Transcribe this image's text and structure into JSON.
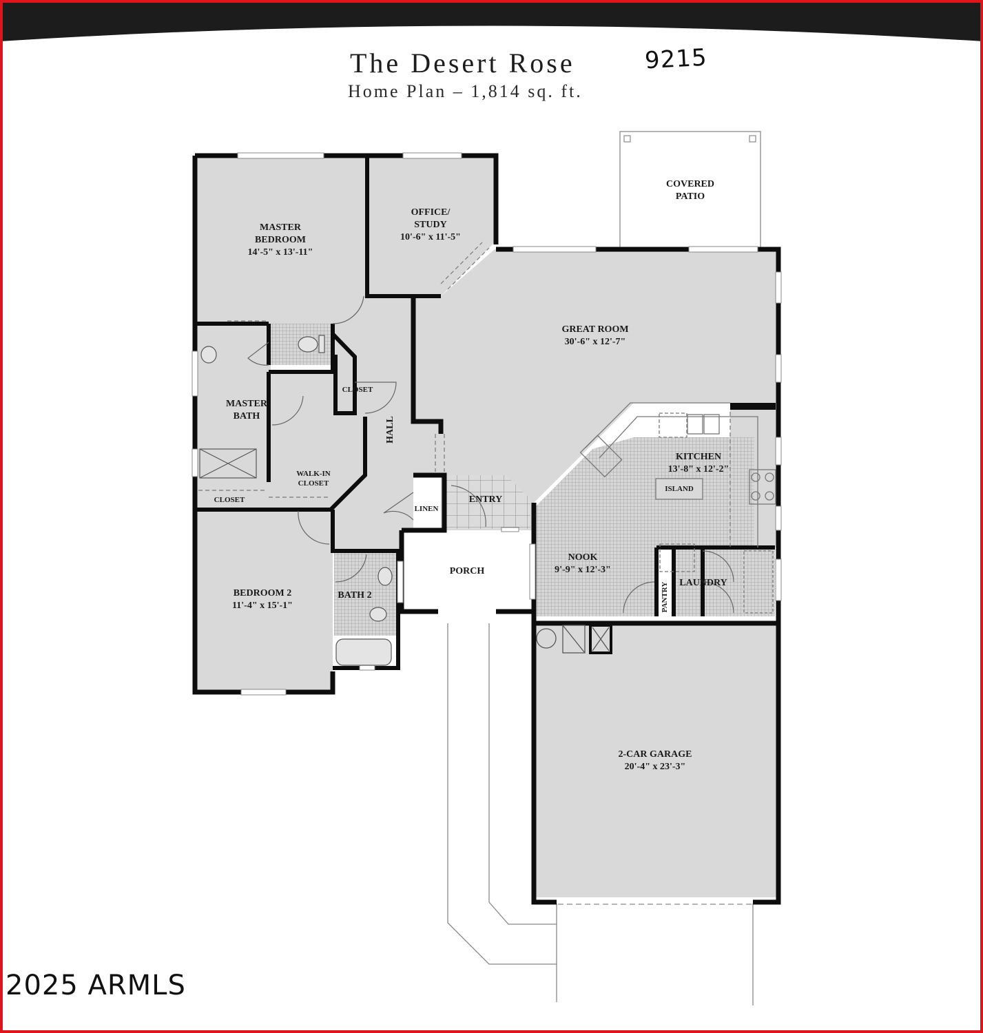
{
  "header": {
    "title": "The Desert Rose",
    "plan_number": "9215",
    "subtitle": "Home Plan – 1,814 sq. ft."
  },
  "rooms": {
    "master_bedroom": {
      "name_line1": "MASTER",
      "name_line2": "BEDROOM",
      "dimensions": "14'-5\" x 13'-11\""
    },
    "office": {
      "name_line1": "OFFICE/",
      "name_line2": "STUDY",
      "dimensions": "10'-6\" x 11'-5\""
    },
    "covered_patio": {
      "name_line1": "COVERED",
      "name_line2": "PATIO"
    },
    "great_room": {
      "name": "GREAT ROOM",
      "dimensions": "30'-6\" x 12'-7\""
    },
    "master_bath": {
      "name_line1": "MASTER",
      "name_line2": "BATH"
    },
    "closet_hall": {
      "name": "CLOSET"
    },
    "hall": {
      "name": "HALL"
    },
    "walk_in_closet": {
      "name_line1": "WALK-IN",
      "name_line2": "CLOSET"
    },
    "closet_bedroom2": {
      "name": "CLOSET"
    },
    "kitchen": {
      "name": "KITCHEN",
      "dimensions": "13'-8\" x 12'-2\""
    },
    "island": {
      "name": "ISLAND"
    },
    "linen": {
      "name": "LINEN"
    },
    "entry": {
      "name": "ENTRY"
    },
    "bedroom2": {
      "name": "BEDROOM 2",
      "dimensions": "11'-4\" x 15'-1\""
    },
    "bath2": {
      "name": "BATH 2"
    },
    "porch": {
      "name": "PORCH"
    },
    "nook": {
      "name": "NOOK",
      "dimensions": "9'-9\" x 12'-3\""
    },
    "pantry": {
      "name": "PANTRY"
    },
    "laundry": {
      "name": "LAUNDRY"
    },
    "garage": {
      "name": "2-CAR GARAGE",
      "dimensions": "20'-4\" x 23'-3\""
    }
  },
  "watermark": "2025 ARMLS",
  "colors": {
    "border": "#e0141b",
    "top_band": "#1c1c1c",
    "room_fill": "#d9d9d9",
    "wall": "#0d0d0d",
    "outdoor_fill": "#ffffff"
  }
}
